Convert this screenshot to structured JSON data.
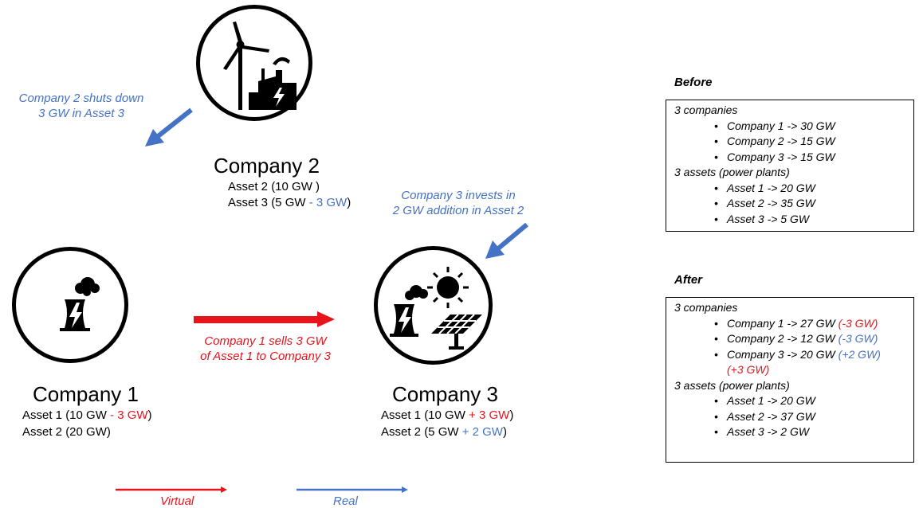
{
  "company2": {
    "title": "Company 2",
    "asset_a": "Asset 2 (10 GW )",
    "asset_b_prefix": "Asset 3 (5 GW",
    "asset_b_change": " - 3 GW",
    "asset_b_suffix": ")"
  },
  "company1": {
    "title": "Company 1",
    "asset_a_prefix": "Asset 1 (10 GW",
    "asset_a_change": " - 3 GW",
    "asset_a_suffix": ")",
    "asset_b": "Asset 2 (20 GW)"
  },
  "company3": {
    "title": "Company 3",
    "asset_a_prefix": "Asset 1 (10 GW",
    "asset_a_change": " + 3 GW",
    "asset_a_suffix": ")",
    "asset_b_prefix": "Asset 2 (5 GW",
    "asset_b_change": " + 2 GW",
    "asset_b_suffix": ")"
  },
  "notes": {
    "shutdown_line1": "Company 2 shuts down",
    "shutdown_line2": "3 GW in Asset 3",
    "invest_line1": "Company 3 invests in",
    "invest_line2": "2 GW addition in Asset 2",
    "sell_line1": "Company 1 sells  3 GW",
    "sell_line2": "of  Asset 1 to Company 3"
  },
  "before": {
    "title": "Before",
    "companies_heading": "3 companies",
    "companies": [
      "Company 1 -> 30 GW",
      "Company 2 -> 15 GW",
      "Company 3 -> 15 GW"
    ],
    "assets_heading": "3 assets (power plants)",
    "assets": [
      "Asset 1 -> 20 GW",
      "Asset 2 -> 35 GW",
      "Asset 3 -> 5 GW"
    ]
  },
  "after": {
    "title": "After",
    "companies_heading": "3 companies",
    "c1": "Company 1 -> 27 GW ",
    "c1_change": "(-3 GW)",
    "c2": "Company 2 -> 12 GW ",
    "c2_change": "(-3 GW)",
    "c3": "Company 3 -> 20 GW ",
    "c3_change_a": "(+2 GW)",
    "c3_change_b": "(+3 GW)",
    "assets_heading": "3 assets (power plants)",
    "assets": [
      "Asset 1 -> 20 GW",
      "Asset 2 -> 37 GW",
      "Asset 3 -> 2 GW"
    ]
  },
  "legend": {
    "virtual": "Virtual",
    "real": "Real"
  },
  "colors": {
    "virtual": "#e8141c",
    "real": "#4472c4"
  },
  "icons": {
    "company2": "wind-turbine-factory-icon",
    "company1": "nuclear-plant-icon",
    "company3": "nuclear-solar-plant-icon"
  }
}
